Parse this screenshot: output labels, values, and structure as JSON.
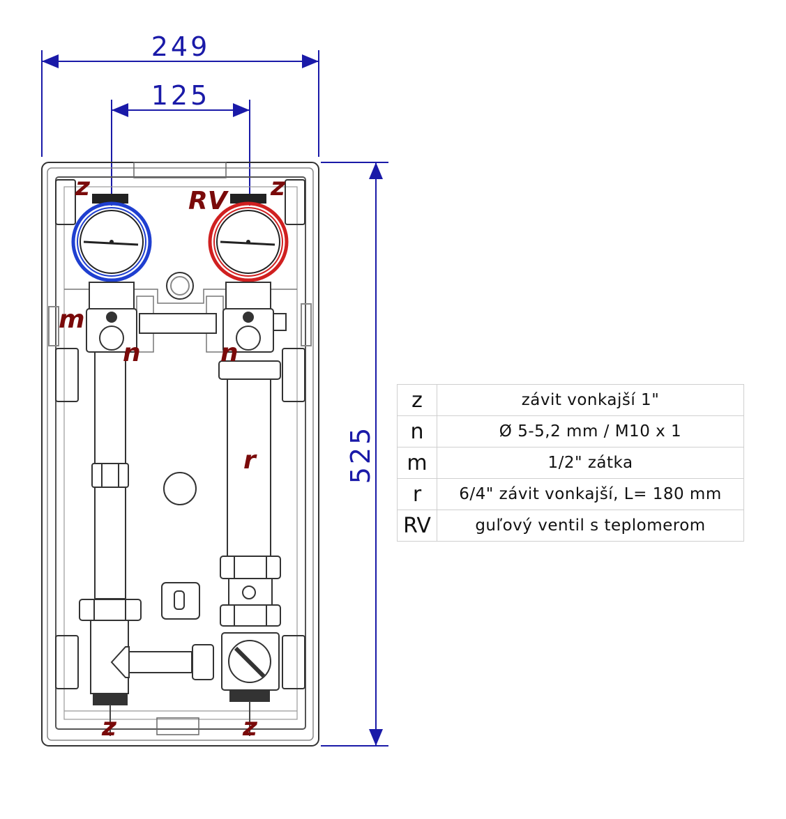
{
  "dimensions": {
    "width_total": "249",
    "spacing": "125",
    "height": "525"
  },
  "labels": {
    "z": "z",
    "rv": "RV",
    "m": "m",
    "n": "n",
    "r": "r"
  },
  "legend": [
    {
      "key": "z",
      "desc": "závit vonkajší 1\""
    },
    {
      "key": "n",
      "desc": "Ø 5-5,2 mm / M10 x 1"
    },
    {
      "key": "m",
      "desc": "1/2\" zátka"
    },
    {
      "key": "r",
      "desc": "6/4\" závit vonkajší, L= 180 mm"
    },
    {
      "key": "RV",
      "desc": "guľový ventil s teplomerom"
    }
  ],
  "colors": {
    "dimension": "#1a1aa8",
    "label": "#7a0a0a",
    "cold_ring": "#1f3fd0",
    "hot_ring": "#d02020"
  }
}
